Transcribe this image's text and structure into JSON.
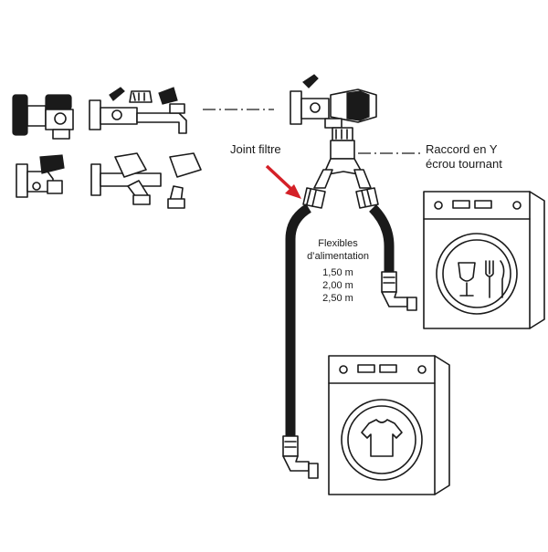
{
  "labels": {
    "joint_filtre": "Joint filtre",
    "raccord_line1": "Raccord en Y",
    "raccord_line2": "écrou tournant",
    "flexibles_line1": "Flexibles",
    "flexibles_line2": "d’alimentation",
    "lengths": [
      "1,50 m",
      "2,00 m",
      "2,50 m"
    ]
  },
  "colors": {
    "ink": "#1a1a1a",
    "arrow": "#d42027",
    "background": "#ffffff"
  },
  "icons": {
    "dishwasher_symbol": "wine-glass-fork-knife-icon",
    "washing_machine_symbol": "tshirt-icon"
  }
}
